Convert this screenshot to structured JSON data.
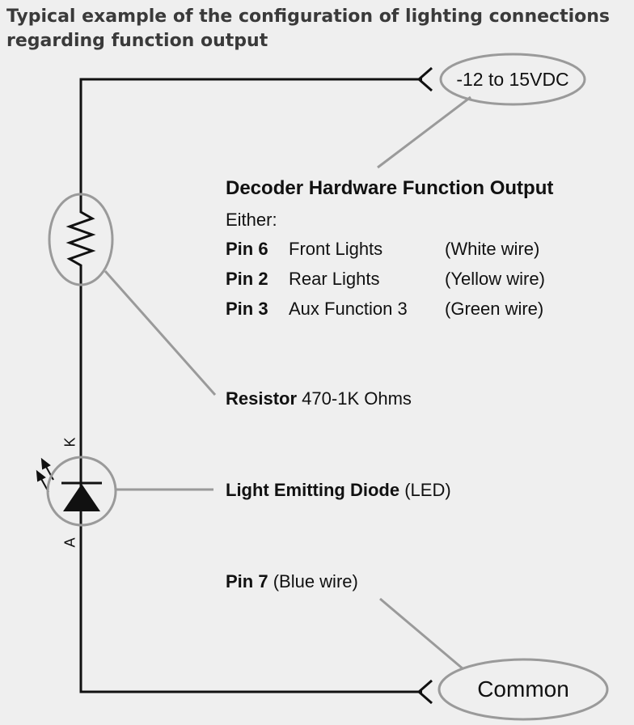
{
  "title": {
    "line1": "Typical example of the configuration of lighting connections",
    "line2": "regarding function output"
  },
  "supply": {
    "label": "-12 to 15VDC"
  },
  "common": {
    "label": "Common"
  },
  "decoder": {
    "heading": "Decoder Hardware Function Output",
    "either": "Either:",
    "pins": [
      {
        "pin": "Pin 6",
        "function": "Front Lights",
        "wire": "(White wire)"
      },
      {
        "pin": "Pin 2",
        "function": "Rear Lights",
        "wire": "(Yellow wire)"
      },
      {
        "pin": "Pin 3",
        "function": "Aux Function 3",
        "wire": "(Green wire)"
      }
    ]
  },
  "resistor": {
    "name": "Resistor",
    "value": "470-1K Ohms"
  },
  "led": {
    "name": "Light Emitting Diode",
    "abbr": "(LED)",
    "cathode": "K",
    "anode": "A"
  },
  "pin7": {
    "pin": "Pin 7",
    "wire": "(Blue wire)"
  },
  "colors": {
    "line": "#111111",
    "callout": "#9a9a9a",
    "background": "#efefef",
    "title": "#3a3a3a"
  }
}
